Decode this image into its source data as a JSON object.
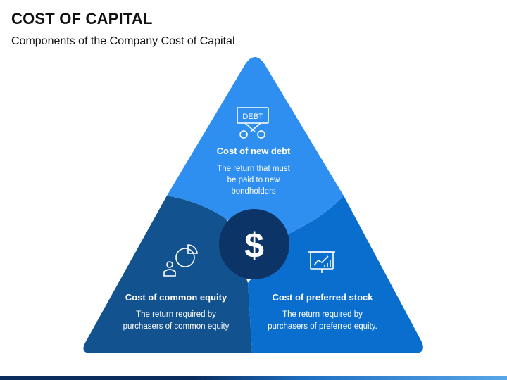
{
  "header": {
    "title": "COST OF CAPITAL",
    "subtitle": "Components of the Company Cost of Capital"
  },
  "center": {
    "symbol": "$"
  },
  "panels": {
    "top": {
      "icon": "debt-scissors-icon",
      "icon_text": "DEBT",
      "title": "Cost of new debt",
      "desc": [
        "The return that must",
        "be paid to new",
        "bondholders"
      ]
    },
    "left": {
      "icon": "person-pie-chart-icon",
      "title": "Cost of common equity",
      "desc": [
        "The return required by",
        "purchasers of common equity"
      ]
    },
    "right": {
      "icon": "presentation-chart-icon",
      "title": "Cost of preferred stock",
      "desc": [
        "The return required by",
        "purchasers of preferred equity."
      ]
    }
  },
  "colors": {
    "top": "#2f8ff0",
    "left": "#11528f",
    "right": "#0a6ecf",
    "center": "#0c3466"
  }
}
